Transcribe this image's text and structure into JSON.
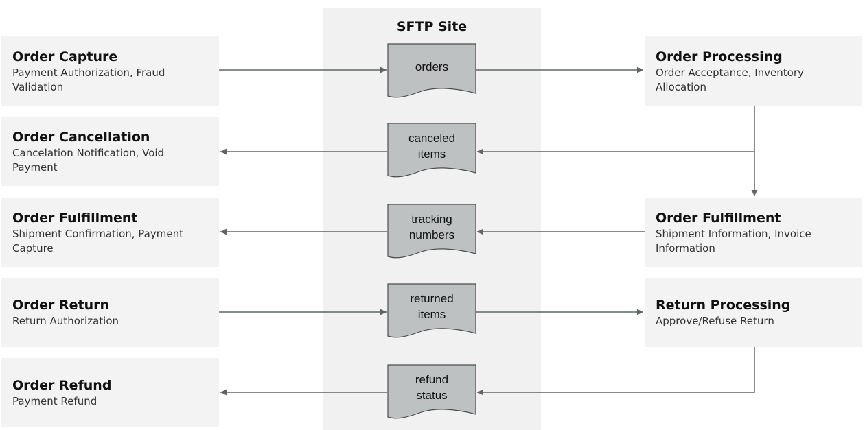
{
  "sftp": {
    "title": "SFTP Site"
  },
  "left_boxes": [
    {
      "title": "Order Capture",
      "subtitle": "Payment Authorization, Fraud Validation"
    },
    {
      "title": "Order Cancellation",
      "subtitle": "Cancelation Notification, Void Payment"
    },
    {
      "title": "Order Fulfillment",
      "subtitle": "Shipment Confirmation, Payment Capture"
    },
    {
      "title": "Order Return",
      "subtitle": "Return Authorization"
    },
    {
      "title": "Order Refund",
      "subtitle": "Payment Refund"
    }
  ],
  "right_boxes": [
    {
      "title": "Order Processing",
      "subtitle": "Order Acceptance, Inventory Allocation"
    },
    {
      "title": "Order Fulfillment",
      "subtitle": "Shipment Information, Invoice Information"
    },
    {
      "title": "Return Processing",
      "subtitle": "Approve/Refuse Return"
    }
  ],
  "documents": [
    {
      "line1": "orders",
      "line2": ""
    },
    {
      "line1": "canceled",
      "line2": "items"
    },
    {
      "line1": "tracking",
      "line2": "numbers"
    },
    {
      "line1": "returned",
      "line2": "items"
    },
    {
      "line1": "refund",
      "line2": "status"
    }
  ],
  "colors": {
    "box_fill": "#f3f3f3",
    "panel_fill": "#f1f1f1",
    "doc_fill": "#bdc1c2",
    "connector": "#5f6566"
  }
}
